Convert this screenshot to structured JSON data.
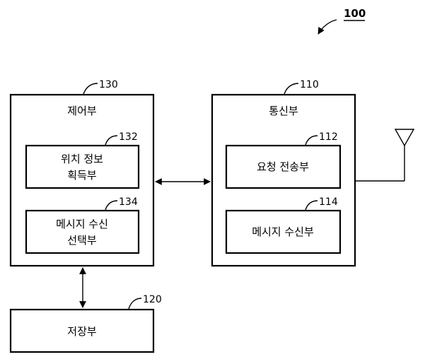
{
  "figure": {
    "ref_label": "100",
    "control_unit": {
      "ref": "130",
      "title": "제어부",
      "location_module": {
        "ref": "132",
        "line1": "위치 정보",
        "line2": "획득부"
      },
      "message_select_module": {
        "ref": "134",
        "line1": "메시지 수신",
        "line2": "선택부"
      }
    },
    "comm_unit": {
      "ref": "110",
      "title": "통신부",
      "request_module": {
        "ref": "112",
        "label": "요청 전송부"
      },
      "message_receive_module": {
        "ref": "114",
        "label": "메시지 수신부"
      }
    },
    "storage_unit": {
      "ref": "120",
      "title": "저장부"
    }
  }
}
